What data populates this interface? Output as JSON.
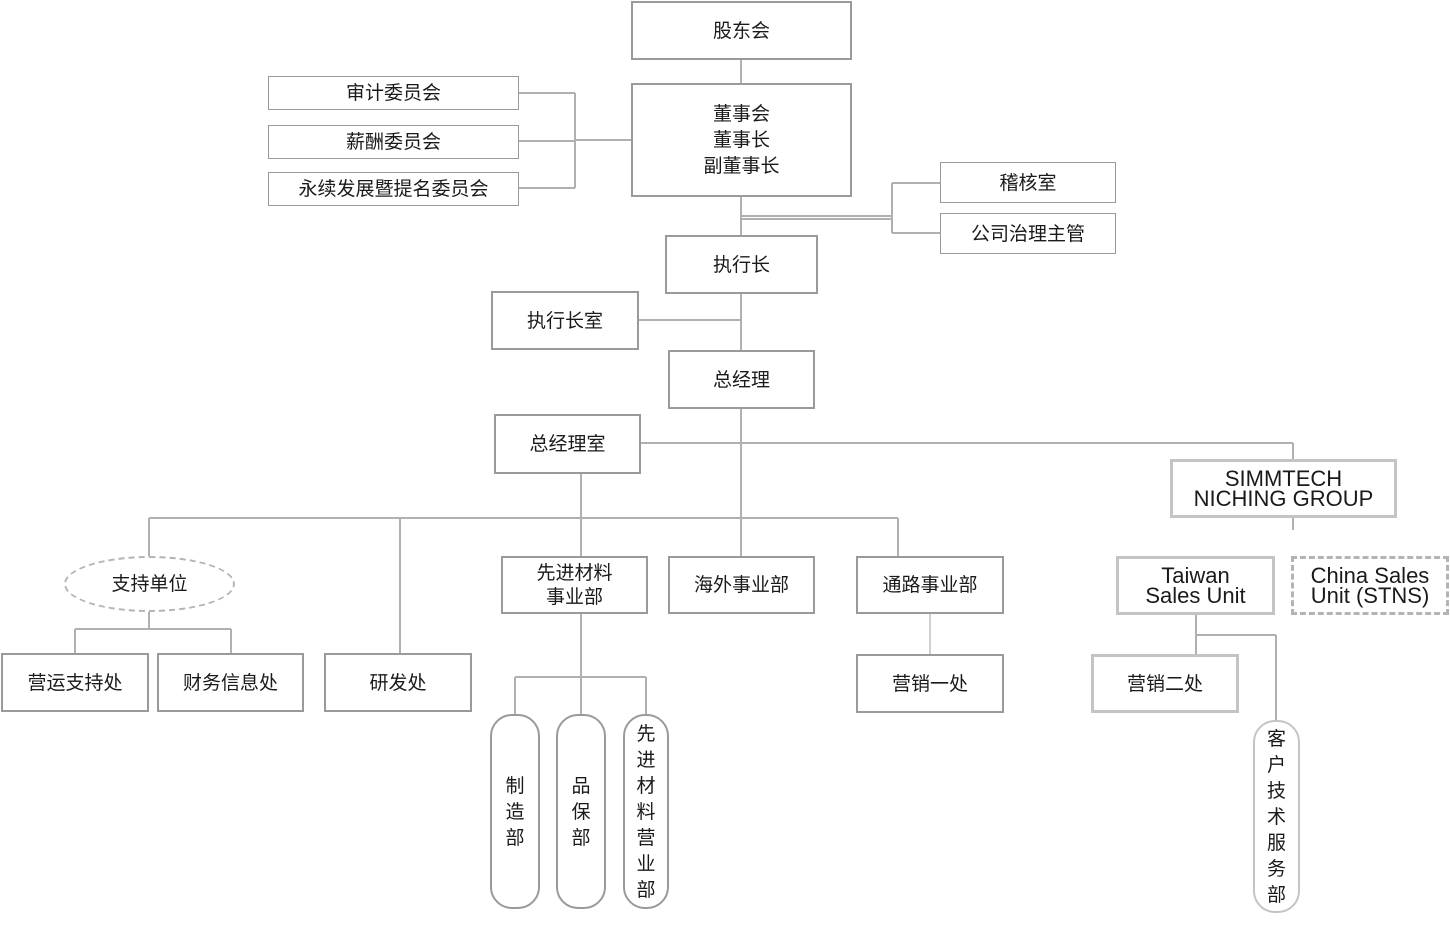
{
  "org": {
    "shareholders": "股东会",
    "board": "董事会\n董事长\n副董事长",
    "audit_committee": "审计委员会",
    "compensation_committee": "薪酬委员会",
    "sustainability_committee": "永续发展暨提名委员会",
    "internal_audit": "稽核室",
    "governance_officer": "公司治理主管",
    "ceo": "执行长",
    "ceo_office": "执行长室",
    "gm": "总经理",
    "gm_office": "总经理室",
    "simmtech_group": "SIMMTECH\nNICHING GROUP",
    "support_units": "支持单位",
    "advanced_materials": "先进材料\n事业部",
    "overseas": "海外事业部",
    "channel": "通路事业部",
    "taiwan_sales": "Taiwan\nSales Unit",
    "china_sales": "China Sales\nUnit (STNS)",
    "ops_support": "营运支持处",
    "finance_info": "财务信息处",
    "rnd": "研发处",
    "marketing_1": "营销一处",
    "marketing_2": "营销二处",
    "manufacturing": "制造部",
    "quality": "品保部",
    "am_sales": "先进材料营业部",
    "customer_tech": "客户技术服务部"
  }
}
